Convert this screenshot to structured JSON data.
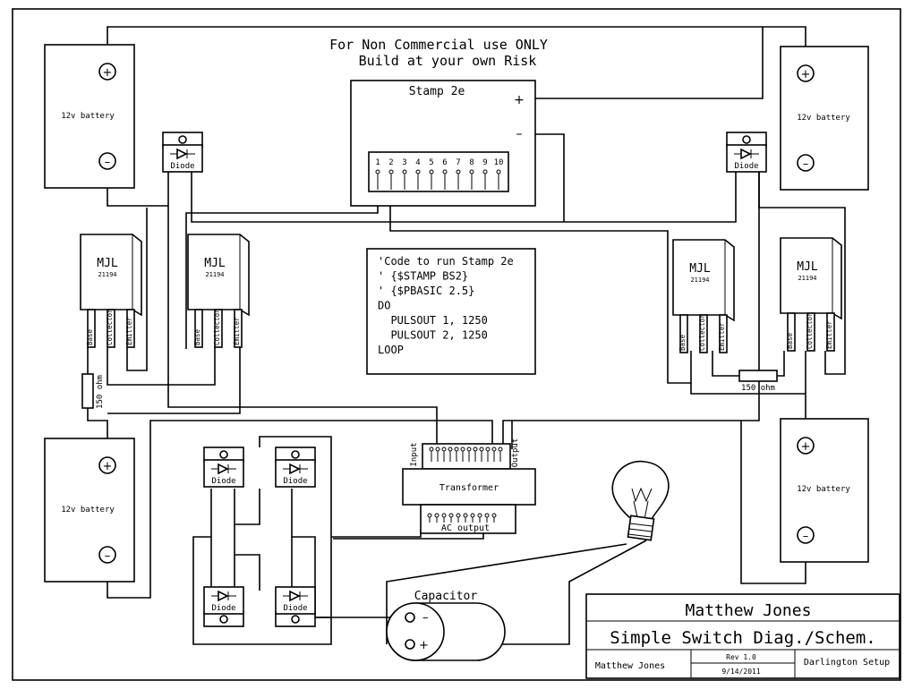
{
  "notice": {
    "line1": "For Non Commercial use ONLY",
    "line2": "Build at your own Risk"
  },
  "stamp": {
    "title": "Stamp 2e",
    "plus": "+",
    "minus": "–",
    "pins": [
      "1",
      "2",
      "3",
      "4",
      "5",
      "6",
      "7",
      "8",
      "9",
      "10"
    ]
  },
  "code": {
    "lines": [
      "'Code to run Stamp 2e",
      "' {$STAMP BS2}",
      "' {$PBASIC 2.5}",
      "DO",
      "  PULSOUT 1, 1250",
      "  PULSOUT 2, 1250",
      "LOOP"
    ]
  },
  "batteries": {
    "label": "12v battery",
    "plus": "+",
    "minus": "–"
  },
  "diode_label": "Diode",
  "transistor": {
    "name": "MJL",
    "part": "21194",
    "pins": [
      "Base",
      "Collector",
      "Emitter"
    ]
  },
  "resistor_label": "150 ohm",
  "transformer": {
    "label": "Transformer",
    "input": "Input",
    "output": "Output",
    "ac_output": "AC output"
  },
  "capacitor": {
    "label": "Capacitor",
    "minus": "–",
    "plus": "+"
  },
  "title_block": {
    "author_large": "Matthew Jones",
    "title": "Simple Switch Diag./Schem.",
    "author_small": "Matthew Jones",
    "rev": "Rev 1.0",
    "date": "9/14/2011",
    "setup": "Darlington Setup"
  }
}
